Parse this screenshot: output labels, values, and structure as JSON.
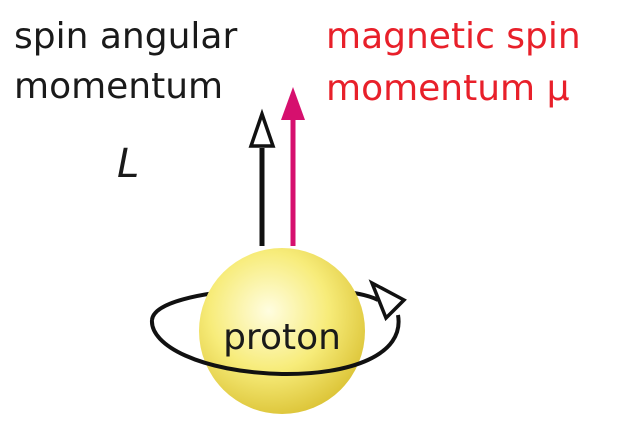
{
  "labels": {
    "angular_line1": "spin angular",
    "angular_line2": "momentum",
    "angular_symbol": "L",
    "magnetic_line1": "magnetic spin",
    "magnetic_line2": "momentum μ",
    "particle": "proton"
  },
  "colors": {
    "text_dark": "#1a1a1a",
    "magnetic_red": "#e8202a",
    "magnetic_arrow": "#d6106e",
    "sphere_light": "#fffde0",
    "sphere_mid": "#f7ec7a",
    "sphere_dark": "#dcc437"
  }
}
